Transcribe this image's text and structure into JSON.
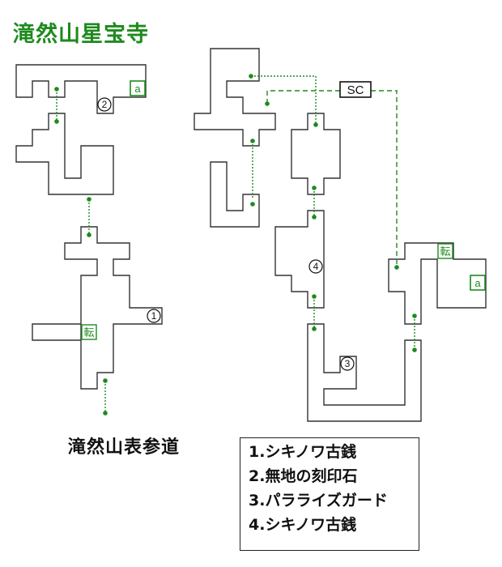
{
  "title": "滝然山星宝寺",
  "subtitle": "滝然山表参道",
  "legend": [
    "1.シキノワ古銭",
    "2.無地の刻印石",
    "3.パラライズガード",
    "4.シキノワ古銭"
  ],
  "markers": {
    "sc": "SC",
    "a": "a",
    "ten": "転",
    "num1": "1",
    "num2": "2",
    "num3": "3",
    "num4": "4"
  },
  "colors": {
    "accent": "#1e8a1e",
    "wall": "#333333",
    "connector": "#1e8a1e"
  }
}
